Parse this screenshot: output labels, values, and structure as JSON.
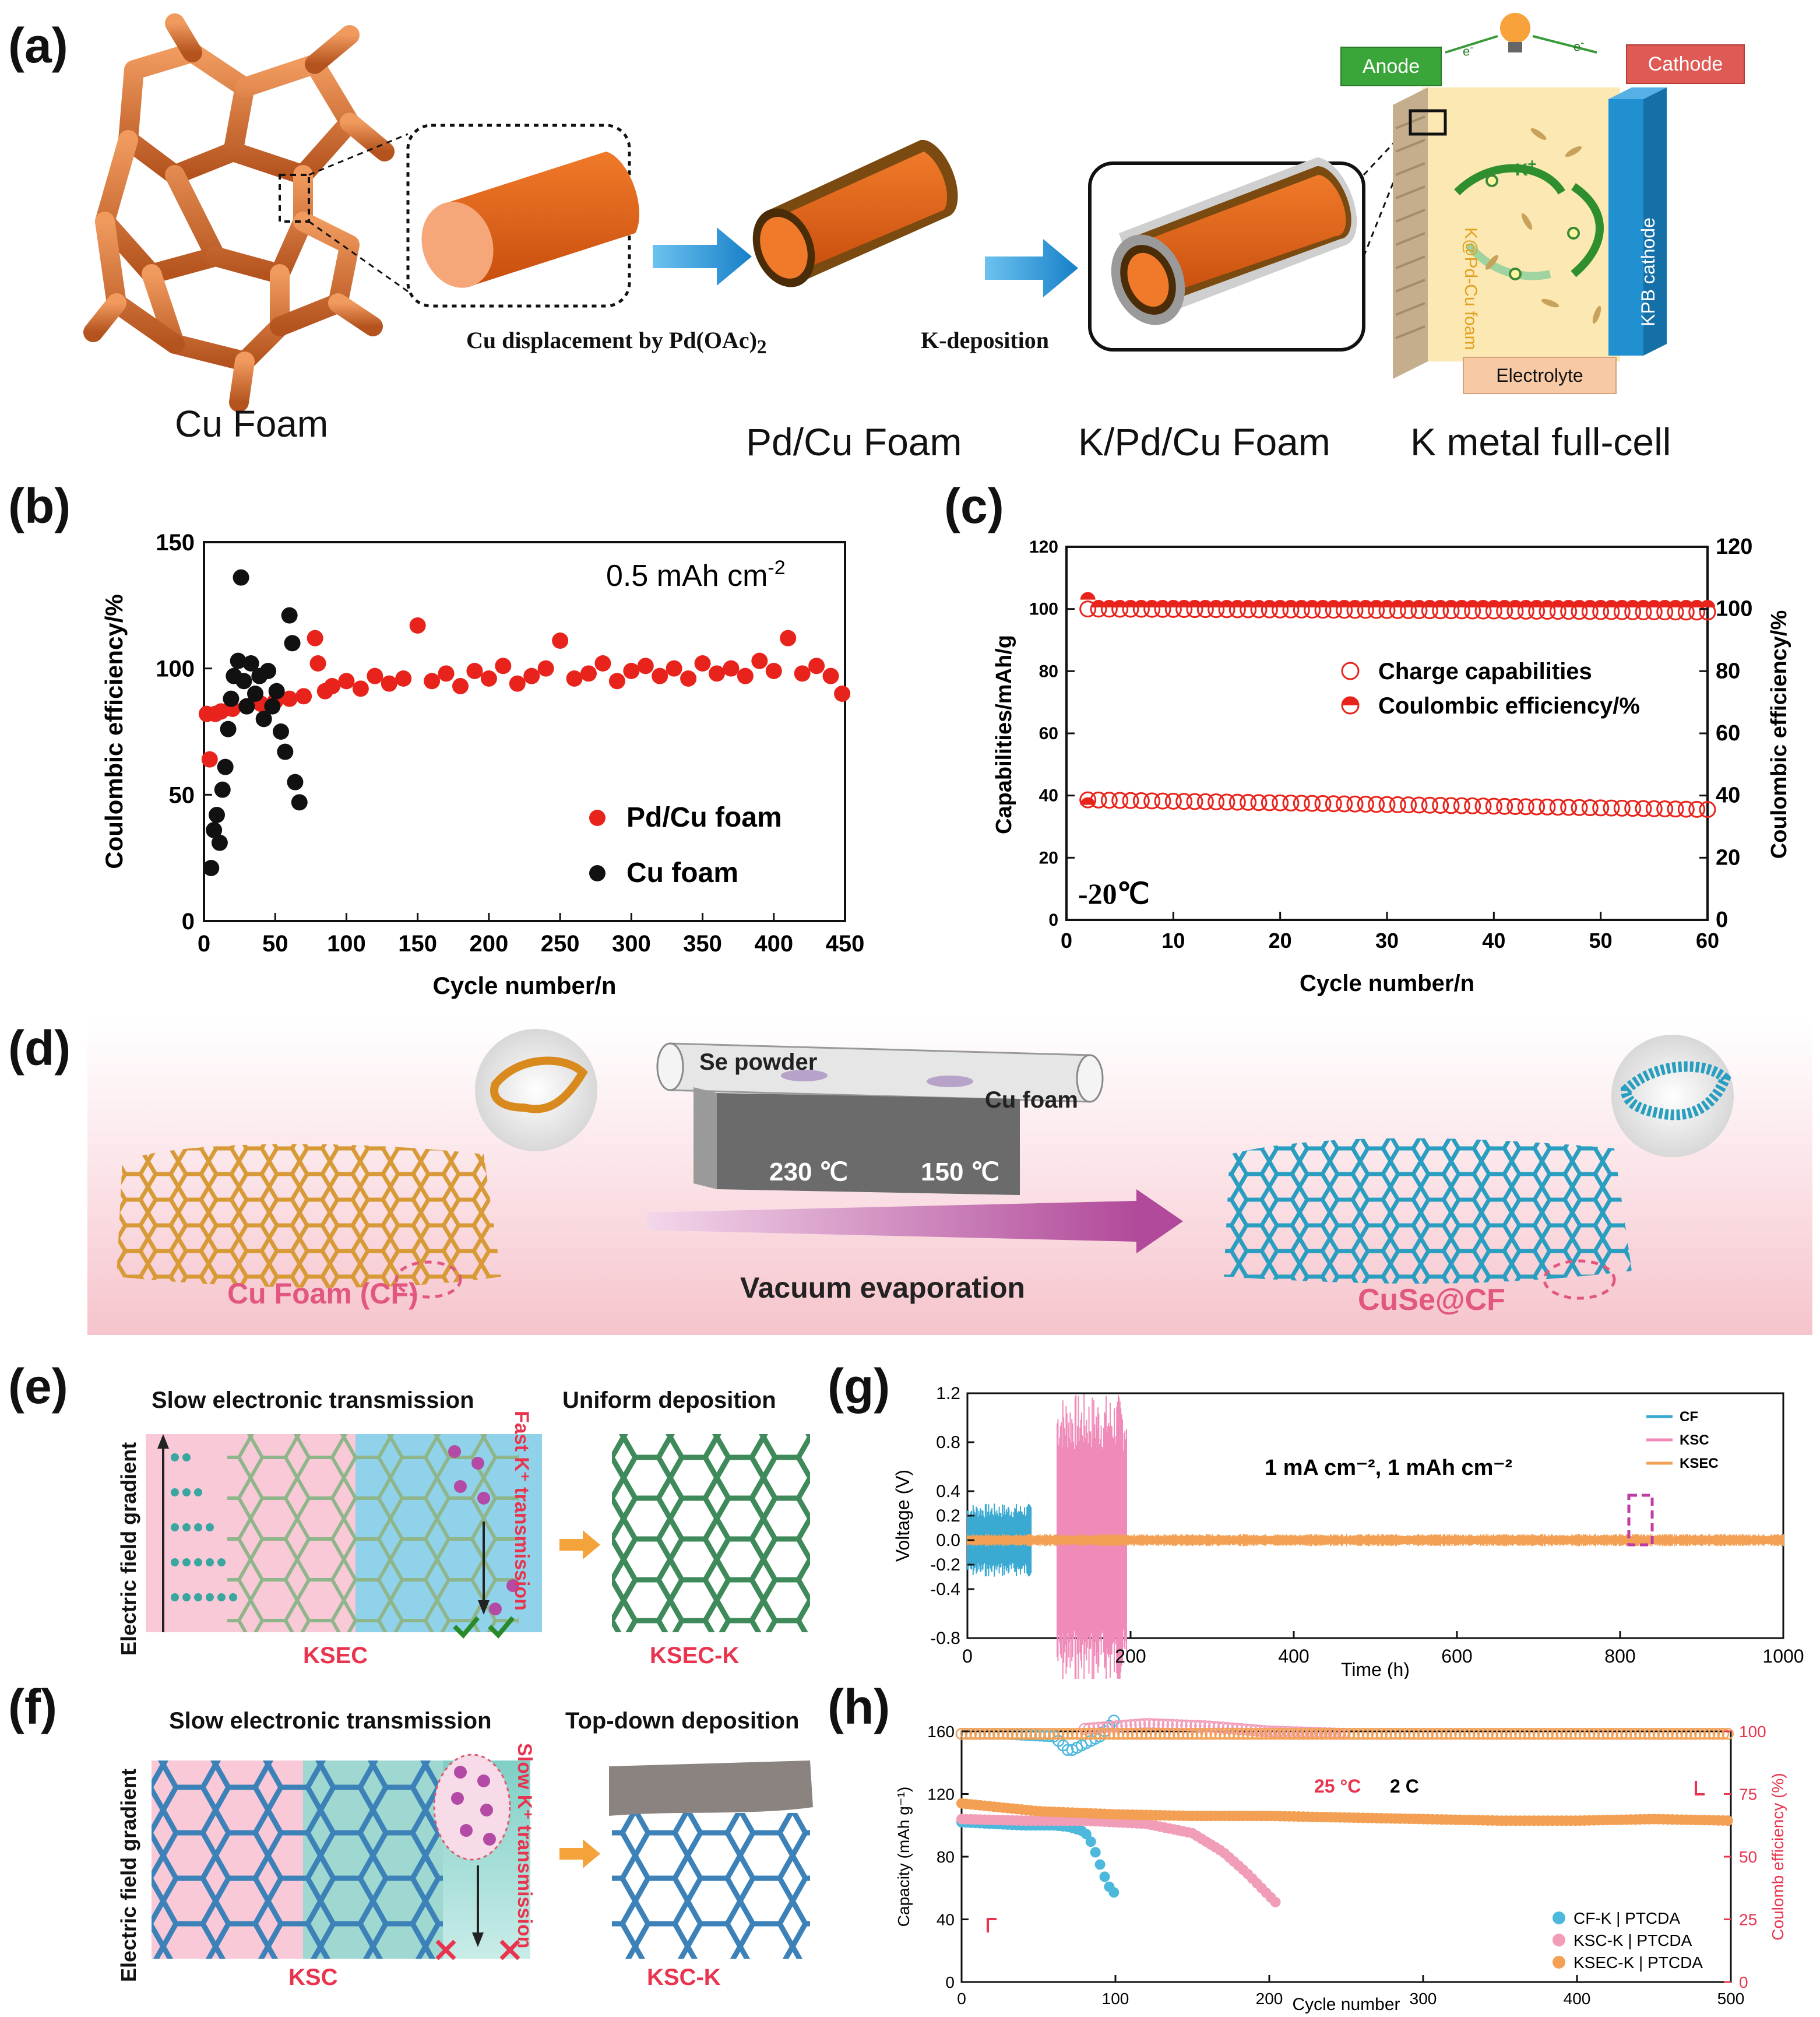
{
  "panels": {
    "a": {
      "label": "(a)",
      "cu_foam": "Cu Foam",
      "step1_caption": "Cu displacement by Pd(OAc)",
      "step1_sub": "2",
      "step2_caption": "K-deposition",
      "pdcu_foam": "Pd/Cu Foam",
      "kpdcu_foam": "K/Pd/Cu Foam",
      "full_cell": "K metal full-cell",
      "anode": "Anode",
      "cathode": "Cathode",
      "electron": "e",
      "kion": "K",
      "anode_side_text": "K@Pd-Cu foam",
      "cathode_side_text": "KPB cathode",
      "electrolyte": "Electrolyte",
      "colors": {
        "anode_bg": "#3aa63a",
        "cathode_bg": "#e05a55",
        "electrolyte_bg": "#f7c9a4",
        "copper": "#d9733a"
      }
    },
    "b": {
      "label": "(b)"
    },
    "c": {
      "label": "(c)"
    },
    "d": {
      "label": "(d)",
      "se_powder": "Se powder",
      "cu_foam_label": "Cu foam",
      "temp1": "230 ℃",
      "temp2": "150 ℃",
      "left_caption": "Cu Foam (CF)",
      "arrow_caption": "Vacuum evaporation",
      "right_caption": "CuSe@CF",
      "colors": {
        "cf": "#d79a36",
        "cuse": "#2a9ec0",
        "caption_pink": "#e2577f"
      }
    },
    "e": {
      "label": "(e)",
      "title_left": "Slow electronic transmission",
      "title_right": "Uniform deposition",
      "axis_text": "Electric field gradient",
      "side_text": "Fast K⁺ transmission",
      "left_caption": "KSEC",
      "right_caption": "KSEC-K"
    },
    "f": {
      "label": "(f)",
      "title_left": "Slow electronic transmission",
      "title_right": "Top-down deposition",
      "axis_text": "Electric field gradient",
      "side_text": "Slow K⁺ transmission",
      "left_caption": "KSC",
      "right_caption": "KSC-K"
    },
    "g": {
      "label": "(g)"
    },
    "h": {
      "label": "(h)"
    }
  },
  "chart_data": [
    {
      "id": "b",
      "type": "scatter",
      "xlabel": "Cycle number/n",
      "ylabel": "Coulombic efficiency/%",
      "xlim": [
        0,
        450
      ],
      "ylim": [
        0,
        150
      ],
      "xticks": [
        0,
        50,
        100,
        150,
        200,
        250,
        300,
        350,
        400,
        450
      ],
      "yticks": [
        0,
        50,
        100,
        150
      ],
      "annotation": "0.5 mAh cm",
      "annotation_sup": "-2",
      "legend_position": "bottom-right",
      "series": [
        {
          "name": "Pd/Cu foam",
          "color": "#e8231c",
          "x": [
            2,
            4,
            8,
            12,
            20,
            30,
            40,
            50,
            60,
            70,
            78,
            80,
            85,
            90,
            100,
            110,
            120,
            130,
            140,
            150,
            160,
            170,
            180,
            190,
            200,
            210,
            220,
            230,
            240,
            250,
            260,
            270,
            280,
            290,
            300,
            310,
            320,
            330,
            340,
            350,
            360,
            370,
            380,
            390,
            400,
            410,
            420,
            430,
            440,
            448
          ],
          "y": [
            82,
            64,
            82,
            83,
            84,
            85,
            86,
            87,
            88,
            89,
            112,
            102,
            91,
            93,
            95,
            92,
            97,
            94,
            96,
            117,
            95,
            98,
            93,
            99,
            96,
            101,
            94,
            97,
            100,
            111,
            96,
            98,
            102,
            95,
            99,
            101,
            97,
            100,
            96,
            102,
            98,
            100,
            97,
            103,
            99,
            112,
            98,
            101,
            97,
            90
          ]
        },
        {
          "name": "Cu foam",
          "color": "#111111",
          "x": [
            5,
            7,
            9,
            11,
            13,
            15,
            17,
            19,
            21,
            24,
            26,
            28,
            30,
            33,
            36,
            39,
            42,
            45,
            48,
            51,
            54,
            57,
            60,
            62,
            64,
            67
          ],
          "y": [
            21,
            36,
            42,
            31,
            52,
            61,
            76,
            88,
            97,
            103,
            136,
            95,
            85,
            102,
            90,
            97,
            80,
            99,
            85,
            91,
            75,
            67,
            121,
            110,
            55,
            47
          ]
        }
      ]
    },
    {
      "id": "c",
      "type": "scatter",
      "xlabel": "Cycle number/n",
      "ylabel": "Capabilities/mAh/g",
      "y2label": "Coulombic efficiency/%",
      "xlim": [
        0,
        60
      ],
      "ylim": [
        0,
        120
      ],
      "y2lim": [
        0,
        120
      ],
      "xticks": [
        0,
        10,
        20,
        30,
        40,
        50,
        60
      ],
      "yticks": [
        0,
        20,
        40,
        60,
        80,
        100,
        120
      ],
      "annotation": "-20℃",
      "legend_position": "center-right",
      "series": [
        {
          "name": "Charge capabilities",
          "color": "#e8231c",
          "marker": "open-circle",
          "x_start": 2,
          "x_end": 60,
          "x_step": 1,
          "capacity_start": 38.6,
          "capacity_end": 35.5,
          "ce_start": 100,
          "ce_end": 99
        },
        {
          "name": "Coulombic efficiency/%",
          "color": "#e8231c",
          "marker": "half-filled-circle",
          "x_start": 2,
          "x_end": 60,
          "x_step": 1,
          "first_value": 103,
          "value": 100.5,
          "capacity_first": 37
        }
      ]
    },
    {
      "id": "g",
      "type": "line",
      "xlabel": "Time (h)",
      "ylabel": "Voltage (V)",
      "xlim": [
        0,
        1000
      ],
      "ylim": [
        -0.8,
        1.2
      ],
      "xticks": [
        0,
        200,
        400,
        600,
        800,
        1000
      ],
      "yticks": [
        -0.8,
        -0.4,
        -0.2,
        0.0,
        0.2,
        0.4,
        0.8,
        1.2
      ],
      "ytick_labels": [
        "-0.8",
        "-0.4",
        "-0.2",
        "0.0",
        "0.2",
        "0.4",
        "0.8",
        "1.2"
      ],
      "annotation": "1 mA cm⁻², 1 mAh cm⁻²",
      "legend_position": "top-right",
      "series": [
        {
          "name": "CF",
          "color": "#3aaad3",
          "t_end": 78,
          "amplitude": 0.3
        },
        {
          "name": "KSC",
          "color": "#f08bb9",
          "t_start": 110,
          "t_end": 195,
          "amplitude": 1.2
        },
        {
          "name": "KSEC",
          "color": "#f3a054",
          "t_end": 1000,
          "amplitude": 0.05
        }
      ]
    },
    {
      "id": "h",
      "type": "scatter",
      "xlabel": "Cycle number",
      "ylabel": "Capacity (mAh g⁻¹)",
      "y2label": "Coulomb efficiency (%)",
      "xlim": [
        0,
        500
      ],
      "ylim": [
        0,
        160
      ],
      "y2lim": [
        0,
        100
      ],
      "xticks": [
        0,
        100,
        200,
        300,
        400,
        500
      ],
      "yticks": [
        0,
        40,
        80,
        120,
        160
      ],
      "y2ticks": [
        0,
        25,
        50,
        75,
        100
      ],
      "annotation_temp": "25 °C",
      "annotation_rate": "2 C",
      "legend_position": "bottom-right",
      "series": [
        {
          "name": "CF-K | PTCDA",
          "color": "#4cb8db",
          "capacity": {
            "x": [
              0,
              20,
              40,
              60,
              70,
              80,
              85,
              90,
              95,
              100
            ],
            "y": [
              102,
              101,
              100,
              100,
              99,
              96,
              88,
              75,
              62,
              56
            ]
          },
          "ce": {
            "x": [
              0,
              30,
              60,
              70,
              80,
              90,
              100
            ],
            "y": [
              99,
              99,
              98,
              92,
              95,
              98,
              105
            ]
          }
        },
        {
          "name": "KSC-K | PTCDA",
          "color": "#f29db8",
          "capacity": {
            "x": [
              0,
              40,
              80,
              120,
              150,
              170,
              185,
              195,
              205
            ],
            "y": [
              104,
              103,
              103,
              101,
              95,
              83,
              70,
              60,
              50
            ]
          },
          "ce": {
            "x": [
              80,
              120,
              160,
              200,
              250
            ],
            "y": [
              101,
              103,
              102,
              100,
              99
            ]
          }
        },
        {
          "name": "KSEC-K | PTCDA",
          "color": "#f3a054",
          "capacity": {
            "x": [
              0,
              50,
              100,
              150,
              200,
              250,
              300,
              350,
              400,
              450,
              500
            ],
            "y": [
              114,
              109,
              107,
              106,
              106,
              105,
              104,
              103,
              103,
              104,
              103
            ]
          },
          "ce": {
            "x": [
              0,
              100,
              200,
              250,
              300,
              400,
              500
            ],
            "y": [
              99,
              99,
              99,
              99,
              99,
              99,
              99
            ]
          }
        }
      ]
    }
  ]
}
